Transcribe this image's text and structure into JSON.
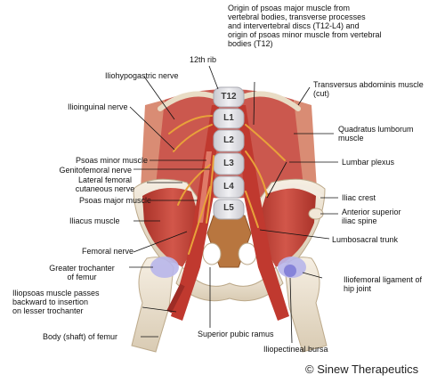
{
  "labels": {
    "origin_psoas": "Origin of psoas major muscle from\nvertebral bodies, transverse processes\nand intervertebral discs (T12-L4) and\norigin of psoas minor muscle from vertebral\nbodies (T12)",
    "rib12": "12th rib",
    "iliohypogastric": "Iliohypogastric nerve",
    "transversus": "Transversus abdominis muscle\n(cut)",
    "ilioinguinal": "Ilioinguinal nerve",
    "quadratus": "Quadratus lumborum\nmuscle",
    "psoas_minor": "Psoas minor muscle",
    "genitofemoral": "Genitofemoral nerve",
    "lateral_femoral": "Lateral femoral\ncutaneous nerve",
    "psoas_major": "Psoas major muscle",
    "lumbar_plexus": "Lumbar plexus",
    "iliac_crest": "Iliac crest",
    "asis": "Anterior superior\niliac spine",
    "iliacus": "Iliacus muscle",
    "lumbosacral": "Lumbosacral trunk",
    "femoral_nerve": "Femoral nerve",
    "greater_trochanter": "Greater trochanter\nof femur",
    "iliofemoral": "Iliofemoral ligament of\nhip joint",
    "iliopsoas_insertion": "Iliopsoas muscle passes\nbackward to insertion\non lesser trochanter",
    "femur_shaft": "Body (shaft) of femur",
    "pubic_ramus": "Superior pubic ramus",
    "iliopectineal": "Iliopectineal bursa"
  },
  "vertebrae": [
    "T12",
    "L1",
    "L2",
    "L3",
    "L4",
    "L5"
  ],
  "copyright": "© Sinew Therapeutics",
  "colors": {
    "bone": "#efe6d6",
    "vertebra": "#e3e3e6",
    "muscle": "#c8453a",
    "muscle_dark": "#9e2c26",
    "nerve": "#e8a23a",
    "ligament": "#b8b6ea",
    "leader": "#111111"
  }
}
